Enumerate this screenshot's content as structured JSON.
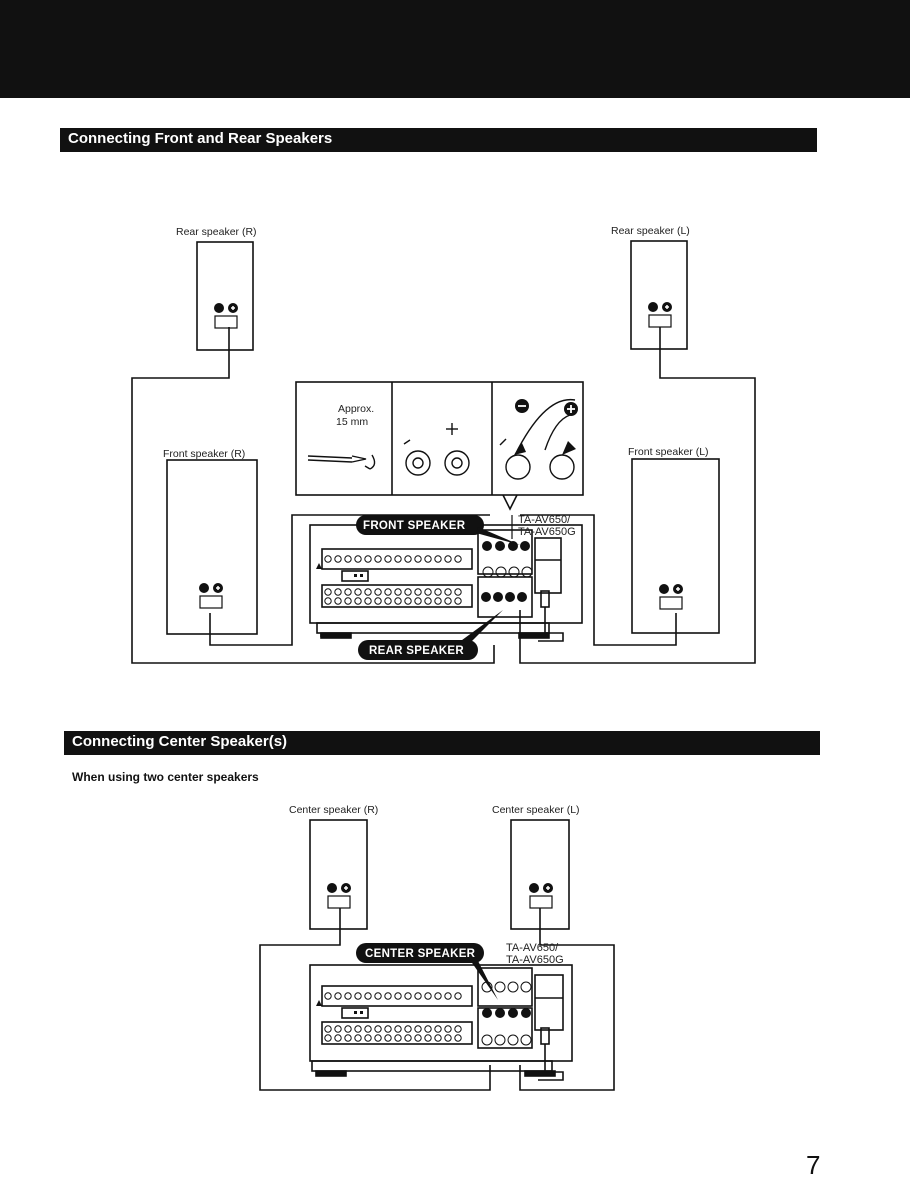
{
  "header": {
    "section1_title": "Connecting Front and Rear Speakers",
    "section2_title": "Connecting Center Speaker(s)",
    "section2_subtitle": "When using two center speakers"
  },
  "diagram1": {
    "rear_speaker_r": "Rear speaker (R)",
    "rear_speaker_l": "Rear speaker (L)",
    "front_speaker_r": "Front speaker (R)",
    "front_speaker_l": "Front speaker (L)",
    "inset_approx": "Approx.",
    "inset_length": "15 mm",
    "front_speaker_badge": "FRONT SPEAKER",
    "rear_speaker_badge": "REAR SPEAKER",
    "model_line1": "TA-AV650/",
    "model_line2": "TA-AV650G"
  },
  "diagram2": {
    "center_speaker_r": "Center speaker (R)",
    "center_speaker_l": "Center speaker (L)",
    "center_speaker_badge": "CENTER SPEAKER",
    "model_line1": "TA-AV650/",
    "model_line2": "TA-AV650G"
  },
  "footer": {
    "page_number": "7"
  }
}
